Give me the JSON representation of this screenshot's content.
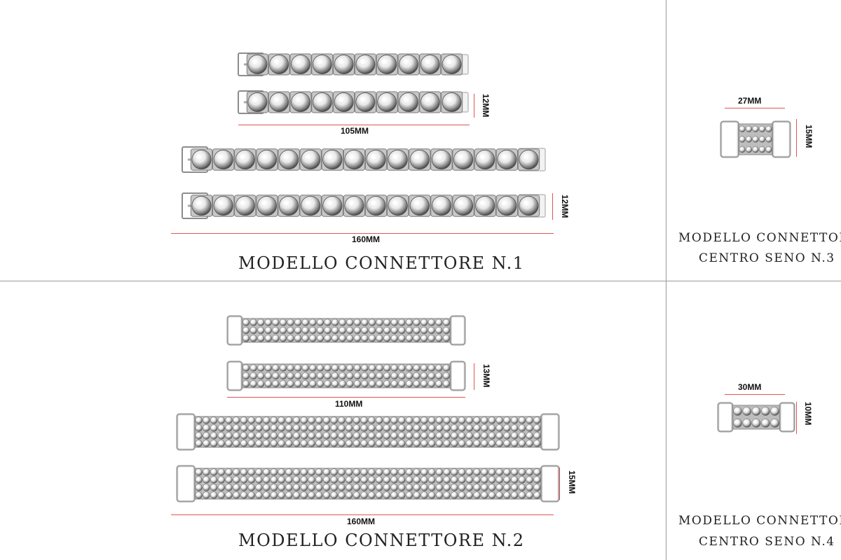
{
  "panels": {
    "model1": {
      "title": "MODELLO CONNETTORE  N.1",
      "short_width": "105MM",
      "short_height": "12MM",
      "long_width": "160MM",
      "long_height": "12MM"
    },
    "model2": {
      "title": "MODELLO CONNETTORE  N.2",
      "short_width": "110MM",
      "short_height": "13MM",
      "long_width": "160MM",
      "long_height": "15MM"
    },
    "model3": {
      "title_line1": "MODELLO CONNETTORE",
      "title_line2": "CENTRO SENO  N.3",
      "width": "27MM",
      "height": "15MM"
    },
    "model4": {
      "title_line1": "MODELLO CONNETTORE",
      "title_line2": "CENTRO SENO  N.4",
      "width": "30MM",
      "height": "10MM"
    }
  },
  "colors": {
    "divider": "#9a9a9a",
    "dimension_line": "#e05555",
    "metal": "#c8c8c8",
    "crystal": "#e9e9e9"
  }
}
